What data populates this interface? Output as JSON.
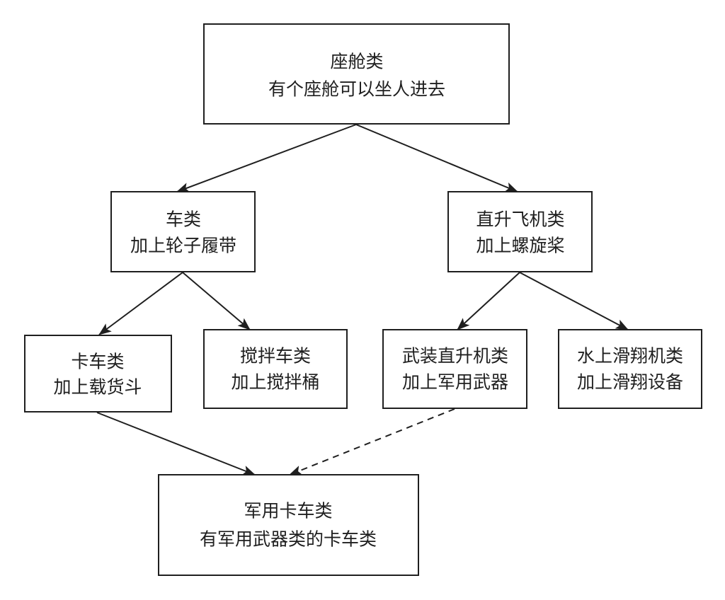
{
  "nodes": {
    "cabin": {
      "title": "座舱类",
      "desc": "有个座舱可以坐人进去"
    },
    "car": {
      "title": "车类",
      "desc": "加上轮子履带"
    },
    "helicopter": {
      "title": "直升飞机类",
      "desc": "加上螺旋桨"
    },
    "truck": {
      "title": "卡车类",
      "desc": "加上载货斗"
    },
    "mixer": {
      "title": "搅拌车类",
      "desc": "加上搅拌桶"
    },
    "armed_helicopter": {
      "title": "武装直升机类",
      "desc": "加上军用武器"
    },
    "seaplane_glider": {
      "title": "水上滑翔机类",
      "desc": "加上滑翔设备"
    },
    "military_truck": {
      "title": "军用卡车类",
      "desc": "有军用武器类的卡车类"
    }
  },
  "colors": {
    "stroke": "#1f1f1f",
    "text": "#1f1f1f",
    "background": "#ffffff"
  }
}
